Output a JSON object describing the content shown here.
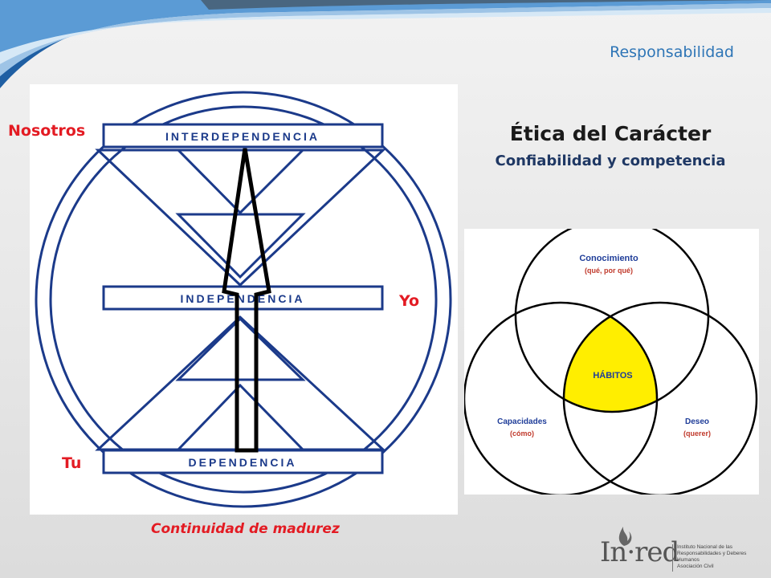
{
  "header": {
    "section_title": "Responsabilidad"
  },
  "maturity_diagram": {
    "levels": {
      "top": "INTERDEPENDENCIA",
      "middle": "INDEPENDENCIA",
      "bottom": "DEPENDENCIA"
    },
    "side_labels": {
      "nosotros": "Nosotros",
      "yo": "Yo",
      "tu": "Tu"
    },
    "caption": "Continuidad de madurez"
  },
  "ethics": {
    "title": "Ética del Carácter",
    "subtitle": "Confiabilidad y competencia"
  },
  "venn": {
    "top": {
      "label": "Conocimiento",
      "sub": "(qué, por qué)"
    },
    "left": {
      "label": "Capacidades",
      "sub": "(cómo)"
    },
    "right": {
      "label": "Deseo",
      "sub": "(querer)"
    },
    "center": {
      "label": "HÁBITOS"
    },
    "colors": {
      "label": "#1f3d99",
      "sub": "#c0392b",
      "center": "#ffee00"
    }
  },
  "logo": {
    "wordmark": "In·red",
    "lines": [
      "Instituto Nacional de las",
      "Responsabilidades y Deberes Humanos",
      "Asociación Civil"
    ]
  }
}
